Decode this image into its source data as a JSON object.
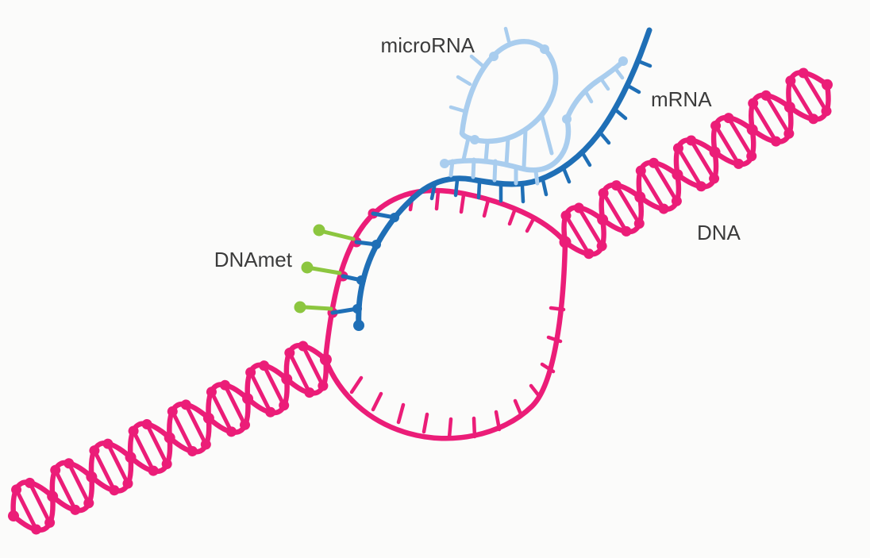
{
  "diagram": {
    "type": "epigenetics-schematic",
    "labels": {
      "microrna": "microRNA",
      "mrna": "mRNA",
      "dna": "DNA",
      "dnamet": "DNAmet"
    },
    "colors": {
      "dna_strand": "#EB1D78",
      "mrna_strand": "#1F6FB6",
      "microrna_strand": "#A9CDEE",
      "methyl_mark": "#8CC63F",
      "label_text": "#3B3B3B",
      "background": "#FBFBFA"
    }
  }
}
